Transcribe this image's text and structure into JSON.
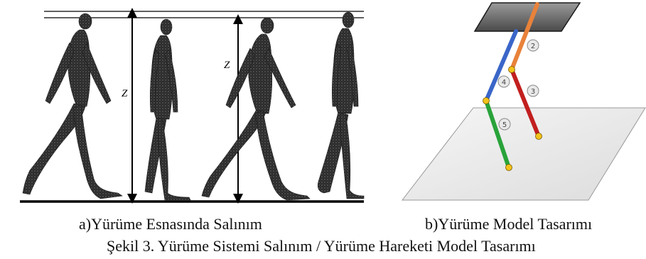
{
  "panel_a": {
    "caption": "a)Yürüme Esnasında Salınım",
    "height_labels": [
      "Z",
      "Z"
    ]
  },
  "panel_b": {
    "caption": "b)Yürüme Model Tasarımı",
    "link_labels": [
      "2",
      "3",
      "4",
      "5"
    ],
    "link_colors": {
      "2": "#e8823a",
      "3": "#c21f1f",
      "4": "#3a66c8",
      "5": "#29a33a"
    },
    "joint_color": "#f2c21b"
  },
  "figure_caption": "Şekil 3. Yürüme Sistemi Salınım / Yürüme Hareketi Model Tasarımı"
}
